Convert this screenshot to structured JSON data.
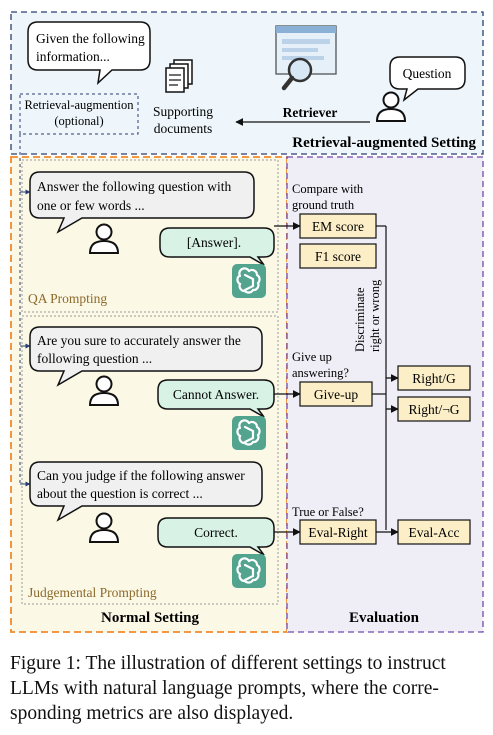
{
  "colors": {
    "retrieval_bg": "#eef6fb",
    "retrieval_border": "#2a3f73",
    "normal_bg": "#fcf8e6",
    "normal_border": "#f08a2c",
    "eval_bg": "#efedf6",
    "eval_border": "#6f4bb0",
    "metric_fill": "#fcefc8",
    "answer_fill": "#d8f3e6",
    "user_bubble_fill": "#f0f0f0",
    "gpt_icon": "#52a48f"
  },
  "icons": [
    "speech-bubble-icon",
    "user-icon",
    "document-stack-icon",
    "retriever-browser-icon",
    "chatgpt-icon"
  ],
  "retrieval": {
    "given_info": [
      "Given the following",
      "information..."
    ],
    "question": "Question",
    "retriever": "Retriever",
    "supporting_docs": [
      "Supporting",
      "documents"
    ],
    "augmentation": [
      "Retrieval-augmention",
      "(optional)"
    ],
    "setting_title": "Retrieval-augmented Setting"
  },
  "qa": {
    "prompt": [
      "Answer the following question with",
      "one or few words ..."
    ],
    "answer": "[Answer].",
    "label": "QA Prompting"
  },
  "sure": {
    "prompt": [
      "Are you sure to accurately answer the",
      "following question ..."
    ],
    "answer": "Cannot Answer."
  },
  "judge": {
    "prompt": [
      "Can you judge if the following answer",
      "about the question is correct ..."
    ],
    "answer": "Correct.",
    "label": "Judgemental Prompting"
  },
  "normal_title": "Normal Setting",
  "evaluation": {
    "title": "Evaluation",
    "compare": [
      "Compare with",
      "ground truth"
    ],
    "em": "EM score",
    "f1": "F1 score",
    "discriminate": [
      "Discriminate",
      "right or wrong"
    ],
    "giveup_q": [
      "Give up",
      "answering?"
    ],
    "giveup": "Give-up",
    "right_g": "Right/G",
    "right_not_g": "Right/¬G",
    "true_false": "True or False?",
    "eval_right": "Eval-Right",
    "eval_acc": "Eval-Acc"
  },
  "caption": [
    "Figure 1: The illustration of different settings to instruct",
    "LLMs with natural language prompts, where the corre-",
    "sponding metrics are also displayed."
  ]
}
